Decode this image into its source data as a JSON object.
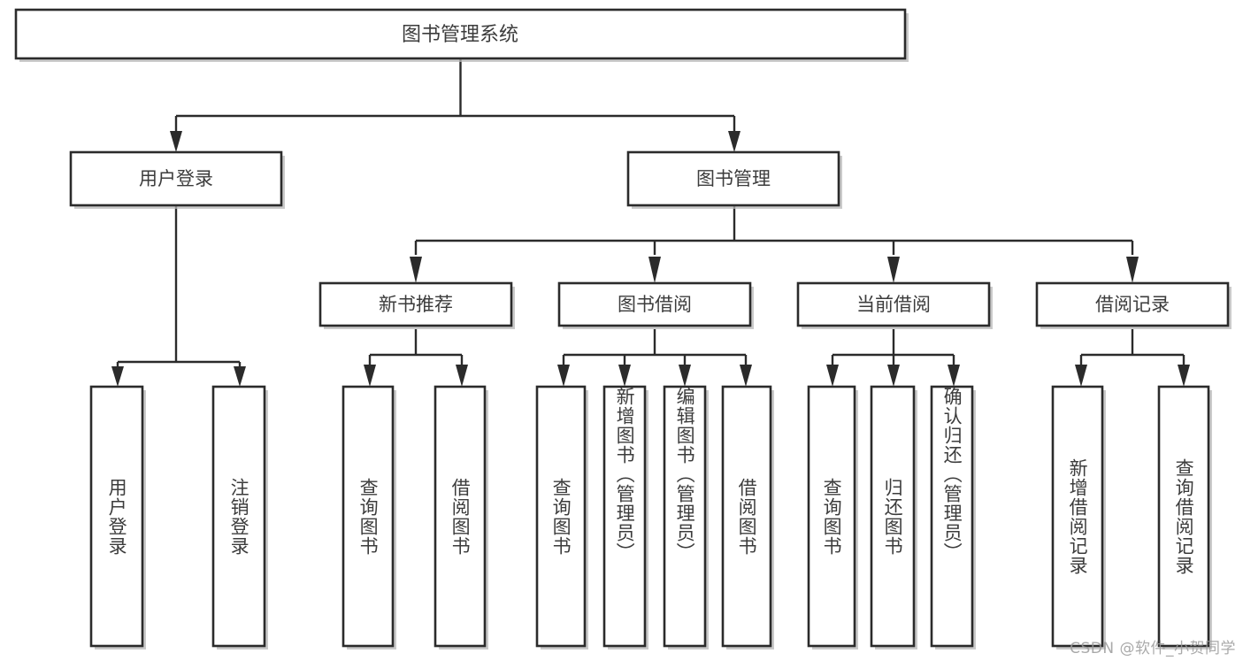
{
  "diagram": {
    "type": "tree-hierarchy",
    "title": "图书管理系统",
    "watermark": "CSDN @软件_小贺同学",
    "colors": {
      "background": "#ffffff",
      "box_stroke": "#2b2b2b",
      "box_fill": "#ffffff",
      "text": "#3c3c3c",
      "shadow": "#b8b8b8",
      "watermark": "#9b9b9b"
    },
    "levels": {
      "root": {
        "label": "图书管理系统"
      },
      "level2": [
        {
          "label": "用户登录"
        },
        {
          "label": "图书管理"
        }
      ],
      "level3": [
        {
          "label": "新书推荐"
        },
        {
          "label": "图书借阅"
        },
        {
          "label": "当前借阅"
        },
        {
          "label": "借阅记录"
        }
      ],
      "leaves": {
        "user_login": [
          {
            "label": "用户登录"
          },
          {
            "label": "注销登录"
          }
        ],
        "new_book_recommend": [
          {
            "label": "查询图书"
          },
          {
            "label": "借阅图书"
          }
        ],
        "book_borrow": [
          {
            "label": "查询图书"
          },
          {
            "label": "新增图书（管理员）"
          },
          {
            "label": "编辑图书（管理员）"
          },
          {
            "label": "借阅图书"
          }
        ],
        "current_borrow": [
          {
            "label": "查询图书"
          },
          {
            "label": "归还图书"
          },
          {
            "label": "确认归还（管理员）"
          }
        ],
        "borrow_record": [
          {
            "label": "新增借阅记录"
          },
          {
            "label": "查询借阅记录"
          }
        ]
      }
    }
  }
}
